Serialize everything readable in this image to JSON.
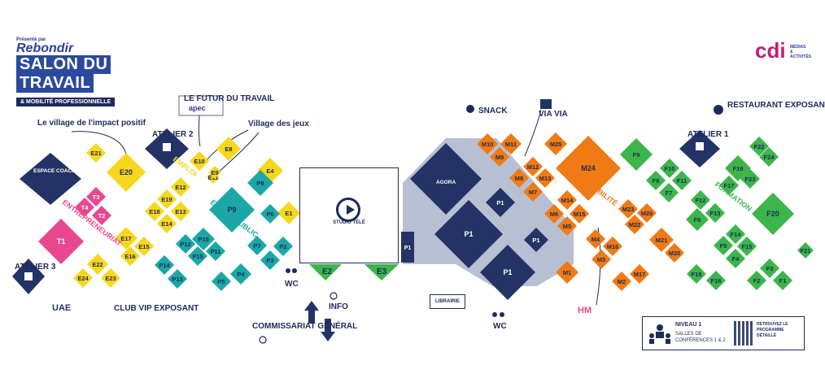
{
  "brand": {
    "presenter": "Présenté par",
    "name": "Rebondir",
    "title_line1": "SALON DU",
    "title_line2": "TRAVAIL",
    "subtitle": "& MOBILITÉ PROFESSIONNELLE"
  },
  "partner_logo": {
    "name": "cdi",
    "sub": "MÉDIAS & ACTIVITÉS"
  },
  "colors": {
    "yellow": "#f7d71e",
    "pink": "#e8488f",
    "teal": "#1aa7a6",
    "navy": "#243366",
    "orange": "#f07a14",
    "green": "#3cb54a",
    "lavender": "#b9bfd3"
  },
  "zones": {
    "entrepreneuriat": "ENTREPRENEURIAT",
    "emploi": "EMPLOI",
    "emploi_public": "EMPLOI PUBLIC",
    "mobilite": "MOBILITÉ",
    "formation": "FORMATION"
  },
  "annotations": {
    "village_impact": "Le village de l'impact positif",
    "village_jeux": "Village des jeux",
    "futur_travail": "LE FUTUR DU TRAVAIL",
    "apec": "apec",
    "atelier1": "ATELIER 1",
    "atelier2": "ATELIER 2",
    "atelier3": "ATELIER 3",
    "espace_coaching": "ESPACE COACHING",
    "agora": "AGORA",
    "snack": "SNACK",
    "restaurant": "RESTAURANT EXPOSANT",
    "vivaca": "VIA VIA",
    "studio": "STUDIO TÉLÉ",
    "librairie": "LIBRAIRIE",
    "wc": "WC",
    "info": "INFO",
    "club_vip": "CLUB VIP EXPOSANT",
    "commissariat": "COMMISSARIAT GÉNÉRAL",
    "uae": "UAE",
    "niveau_title": "NIVEAU 1",
    "niveau_sub": "SALLES DE CONFÉRENCES 1 & 2",
    "programme": "RETROUVEZ LE PROGRAMME DÉTAILLÉ",
    "hm": "HM"
  },
  "stands": {
    "yellow": [
      "E21",
      "E20",
      "E10",
      "E11",
      "E9",
      "E8",
      "E4",
      "E19",
      "E13",
      "E18",
      "E14",
      "E12",
      "E17",
      "E15",
      "E16",
      "E22",
      "E24",
      "E23",
      "E1"
    ],
    "pink": [
      "T3",
      "T4",
      "T2",
      "T1"
    ],
    "teal": [
      "P8",
      "P9",
      "P10",
      "P11",
      "P12",
      "P15",
      "P14",
      "P13",
      "P6",
      "P7",
      "P2",
      "P3",
      "P4",
      "P5"
    ],
    "navy": [
      "P1",
      "P1",
      "P1",
      "P1",
      "P1"
    ],
    "orange": [
      "M10",
      "M11",
      "M9",
      "M25",
      "M24",
      "M12",
      "M8",
      "M13",
      "M7",
      "M14",
      "M6",
      "M15",
      "M5",
      "M23",
      "M26",
      "M22",
      "M4",
      "M16",
      "M3",
      "M21",
      "M20",
      "M1",
      "M17",
      "M2"
    ],
    "green": [
      "F9",
      "F10",
      "F8",
      "F11",
      "F7",
      "F22",
      "F24",
      "F19",
      "F23",
      "F17",
      "F12",
      "F13",
      "F6",
      "F20",
      "F14",
      "F5",
      "F15",
      "F4",
      "F21",
      "F3",
      "F18",
      "F16",
      "F2",
      "F1",
      "E2",
      "E3"
    ]
  }
}
